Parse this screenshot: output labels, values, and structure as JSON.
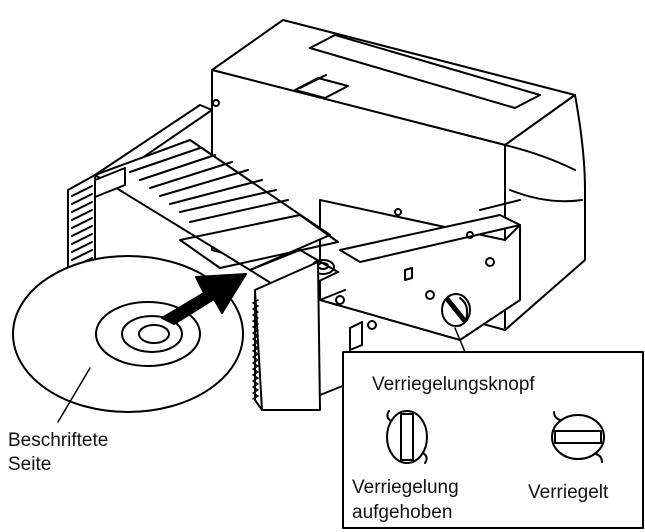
{
  "labels": {
    "disc_side": [
      "Beschriftete",
      "Seite"
    ],
    "lock_knob": "Verriegelungsknopf",
    "unlocked": [
      "Verriegelung",
      "aufgehoben"
    ],
    "locked": "Verriegelt"
  }
}
